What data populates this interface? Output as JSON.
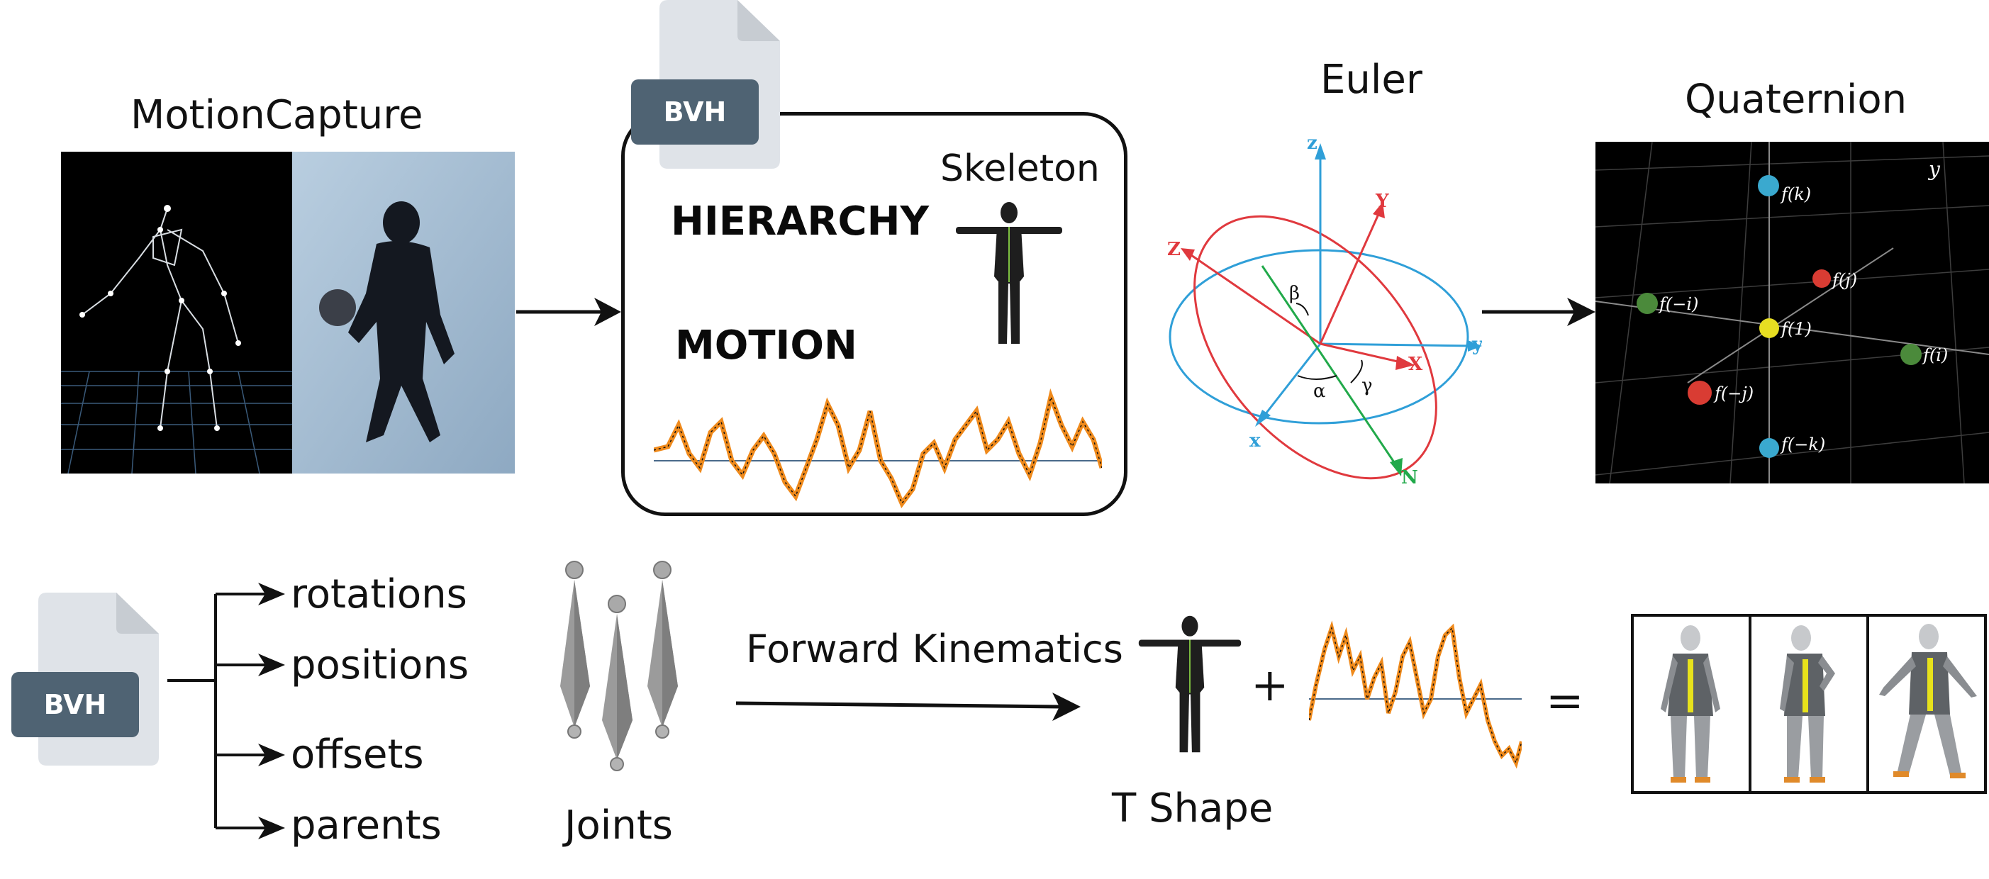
{
  "top": {
    "mocap_title": "MotionCapture",
    "bvh_badge": "BVH",
    "skeleton_label": "Skeleton",
    "hierarchy_label": "HIERARCHY",
    "motion_label": "MOTION",
    "euler_title": "Euler",
    "quaternion_title": "Quaternion"
  },
  "euler_axes": {
    "z_small": "z",
    "y_small": "y",
    "x_small": "x",
    "Z_big": "Z",
    "Y_big": "Y",
    "X_big": "X",
    "N": "N",
    "alpha": "α",
    "beta": "β",
    "gamma": "γ"
  },
  "quaternion_points": {
    "y_axis": "y",
    "fk": "f(k)",
    "fj": "f(j)",
    "fneg_i": "f(−i)",
    "f1": "f(1)",
    "fi": "f(i)",
    "fneg_j": "f(−j)",
    "fneg_k": "f(−k)"
  },
  "bottom": {
    "bvh_badge": "BVH",
    "outputs": [
      "rotations",
      "positions",
      "offsets",
      "parents"
    ],
    "joints_label": "Joints",
    "fk_label": "Forward Kinematics",
    "tshape_label": "T Shape",
    "plus": "+",
    "equals": "="
  },
  "colors": {
    "bvh_badge": "#4f6373",
    "file_icon": "#dfe3e8",
    "file_fold": "#c7ccd2",
    "euler_blue": "#2f9fd8",
    "euler_red": "#e0393e",
    "euler_green": "#21a94a",
    "motion_orange": "#ef8a1c",
    "quat_cyan": "#3aa9cf",
    "quat_red": "#d93c33",
    "quat_green": "#4b8a3b",
    "quat_yellow": "#e7de22"
  }
}
